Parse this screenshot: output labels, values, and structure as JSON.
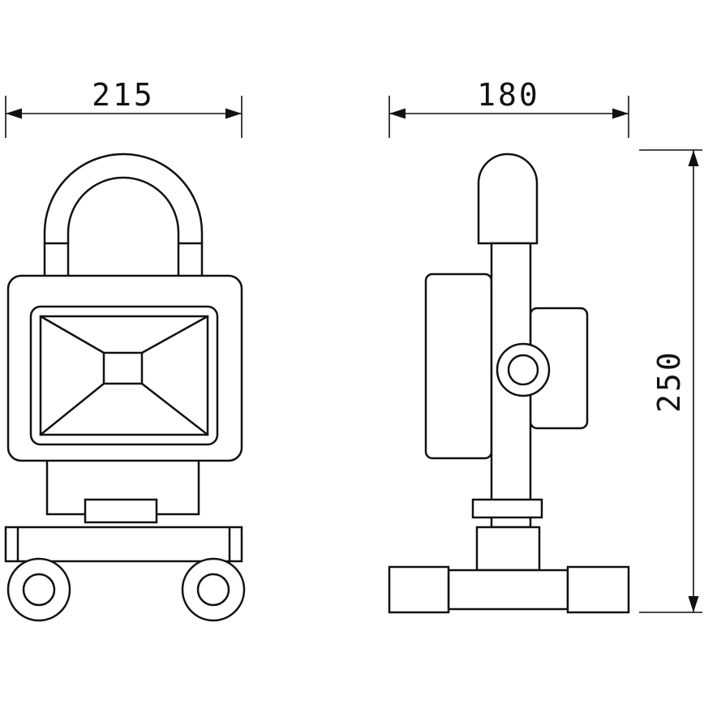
{
  "dimensions": {
    "front_width": "215",
    "side_depth": "180",
    "height": "250"
  },
  "colors": {
    "line": "#111111",
    "background": "#ffffff"
  }
}
